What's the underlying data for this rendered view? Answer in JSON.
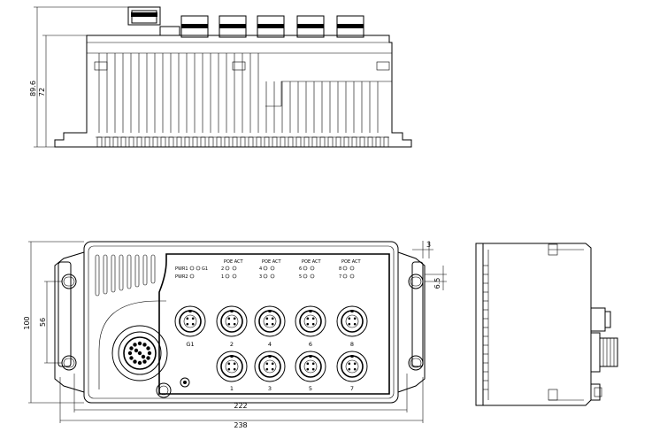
{
  "dimensions": {
    "height_total": "89.6",
    "height_body": "72",
    "top_offset": "3",
    "hole_offset": "6.5",
    "height_front": "100",
    "hole_pitch": "56",
    "width_inner": "222",
    "width_total": "238"
  },
  "led_labels": {
    "pwr1": "PWR1",
    "pwr2": "PWR2",
    "g1": "G1",
    "poe_act": "POE ACT",
    "pairs": [
      {
        "top": "2",
        "bottom": "1"
      },
      {
        "top": "4",
        "bottom": "3"
      },
      {
        "top": "6",
        "bottom": "5"
      },
      {
        "top": "8",
        "bottom": "7"
      }
    ]
  },
  "port_labels": {
    "top_row": [
      "G1",
      "2",
      "4",
      "6",
      "8"
    ],
    "bottom_row": [
      "1",
      "3",
      "5",
      "7"
    ]
  }
}
